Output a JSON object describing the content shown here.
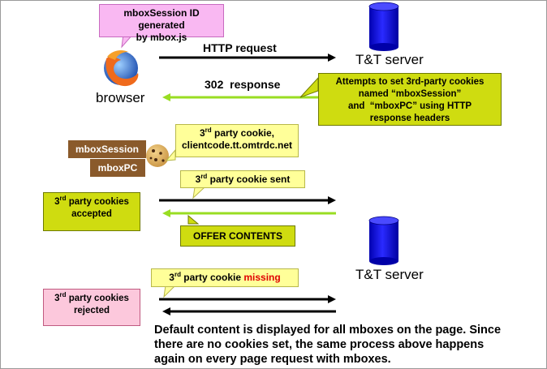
{
  "top_callout": {
    "line1": "mboxSession ID generated",
    "line2": "by mbox.js"
  },
  "browser_label": "browser",
  "server_label_top": "T&T server",
  "server_label_bottom": "T&T server",
  "http_request_label": "HTTP request",
  "response_label": "302  response",
  "attempt_callout": {
    "line1": "Attempts to set 3rd-party cookies",
    "line2": "named “mboxSession”",
    "line3": "and  “mboxPC” using HTTP",
    "line4": "response headers"
  },
  "cookie_callout": {
    "prefix": "3",
    "sup": "rd",
    "rest": " party cookie,",
    "line2": "clientcode.tt.omtrdc.net"
  },
  "cookie_names": [
    "mboxSession",
    "mboxPC"
  ],
  "cookie_sent_callout": {
    "prefix": "3",
    "sup": "rd",
    "rest": " party cookie sent"
  },
  "accepted_box": {
    "prefix": "3",
    "sup": "rd",
    "rest": " party cookies",
    "line2": "accepted"
  },
  "offer_box": "OFFER CONTENTS",
  "missing_callout": {
    "prefix": "3",
    "sup": "rd",
    "rest": " party cookie ",
    "missing": "missing"
  },
  "rejected_box": {
    "prefix": "3",
    "sup": "rd",
    "rest": " party cookies",
    "line2": "rejected"
  },
  "footer": {
    "line1": "Default content is displayed for all mboxes on the page. Since",
    "line2": "there are no cookies set, the same process above happens",
    "line3": "again on every page request with mboxes."
  },
  "colors": {
    "green_box": "#cfdc10",
    "yellow_callout": "#ffff99",
    "pink_callout": "#f9b8f2",
    "cookie_label": "#8a5a2b",
    "server_blue": "#0000e0",
    "arrow_black": "#000000",
    "arrow_green": "#99dd22",
    "missing_red": "#e00000"
  }
}
